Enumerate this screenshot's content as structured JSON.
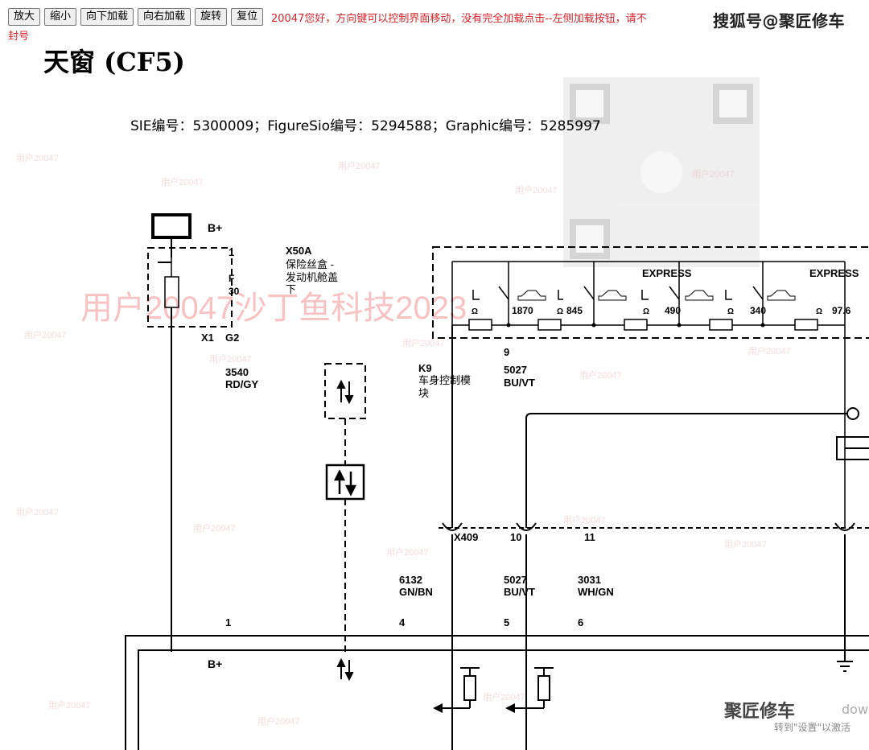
{
  "toolbar": {
    "buttons": [
      "放大",
      "缩小",
      "向下加载",
      "向右加载",
      "旋转",
      "复位"
    ]
  },
  "notice": {
    "line1": "20047您好，方向键可以控制界面移动，没有完全加载点击--左侧加载按钮，请不",
    "line2": "封号"
  },
  "brand": "搜狐号@聚匠修车",
  "watermark": "用户20047沙丁鱼科技2023",
  "title": "天窗 (CF5)",
  "ids_line": "SIE编号：5300009；FigureSio编号：5294588；Graphic编号：5285997",
  "diagram": {
    "bplus_top": "B+",
    "fuse_pin": "1",
    "fuse_label": "F",
    "fuse_rating": "30",
    "fuse_connector_x1": "X1",
    "fuse_connector_g2": "G2",
    "fusebox_code": "X50A",
    "fusebox_name_1": "保险丝盒 -",
    "fusebox_name_2": "发动机舱盖",
    "fusebox_name_3": "下",
    "express_1": "EXPRESS",
    "express_2": "EXPRESS",
    "resistors": [
      {
        "value": "1870",
        "unit": "Ω"
      },
      {
        "value": "845",
        "unit": "Ω"
      },
      {
        "value": "490",
        "unit": "Ω"
      },
      {
        "value": "340",
        "unit": "Ω"
      },
      {
        "value": "97.6",
        "unit": "Ω"
      }
    ],
    "wire_3540_code": "3540",
    "wire_3540_color": "RD/GY",
    "k9_code": "K9",
    "k9_name_1": "车身控制模",
    "k9_name_2": "块",
    "pin_9": "9",
    "wire_5027_code": "5027",
    "wire_5027_color": "BU/VT",
    "x409": "X409",
    "pin_10": "10",
    "pin_11": "11",
    "wire_6132_code": "6132",
    "wire_6132_color": "GN/BN",
    "wire_5027b_code": "5027",
    "wire_5027b_color": "BU/VT",
    "wire_3031_code": "3031",
    "wire_3031_color": "WH/GN",
    "pin_1": "1",
    "pin_4": "4",
    "pin_5": "5",
    "pin_6": "6",
    "bplus_bottom": "B+"
  },
  "footer": {
    "brand": "聚匠修车",
    "sub": "转到\"设置\"以激活",
    "corner": "dow"
  },
  "colors": {
    "notice": "#d8232a",
    "watermark": "#e53935",
    "line": "#000000"
  }
}
